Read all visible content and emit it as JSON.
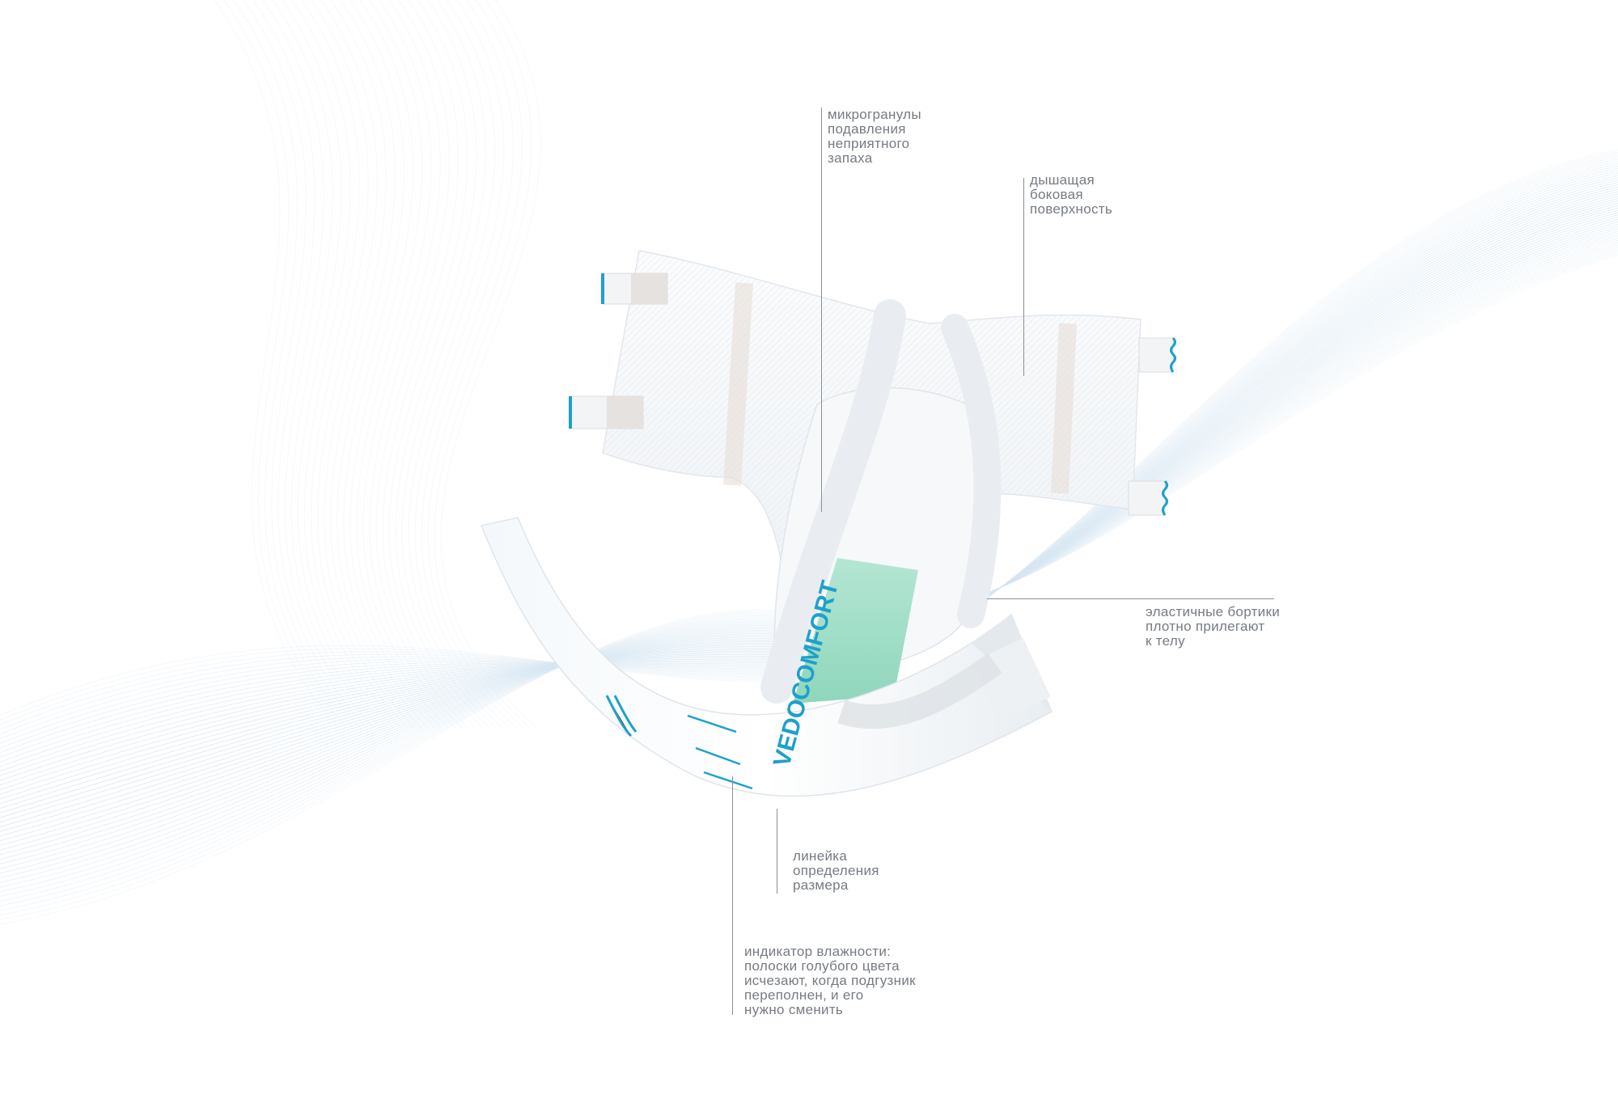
{
  "product": {
    "brand_text": "VEDOCOMFORT",
    "colors": {
      "accent_blue": "#1ea0cc",
      "absorbent_green": "#9fdcc6",
      "wave_lines": "#d6e6f2",
      "leader_line": "#8a8f95",
      "label_text": "#767b82"
    }
  },
  "annotations": [
    {
      "id": "granules",
      "text": "микрогранулы\nподавления\nнеприятного\nзапаха"
    },
    {
      "id": "breathable",
      "text": "дышащая\nбоковая\nповерхность"
    },
    {
      "id": "elastic",
      "text": "эластичные бортики\nплотно прилегают\nк телу"
    },
    {
      "id": "ruler",
      "text": "линейка\nопределения\nразмера"
    },
    {
      "id": "wetness",
      "text": "индикатор влажности:\nполоски голубого цвета\nисчезают, когда подгузник\nпереполнен, и его\nнужно сменить"
    }
  ]
}
